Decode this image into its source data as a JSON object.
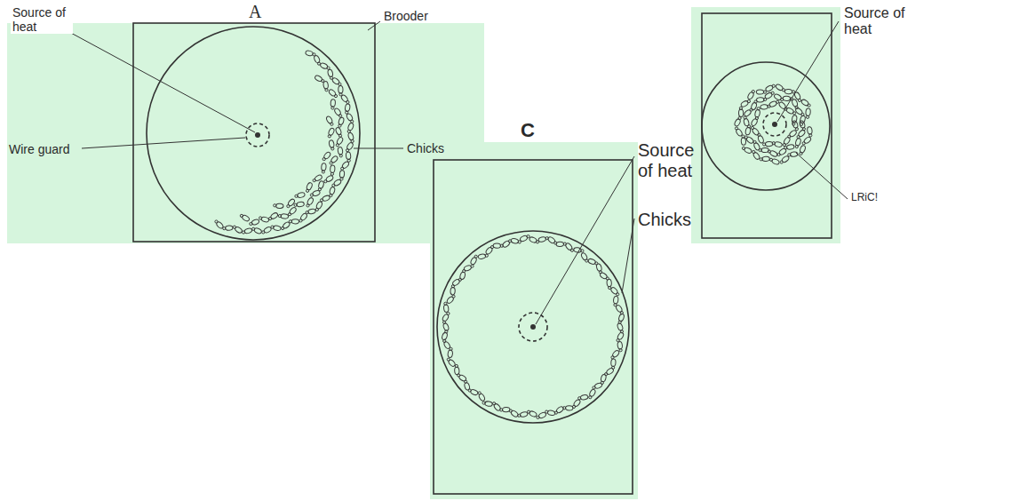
{
  "diagram": {
    "labels": [
      "A",
      "Source of heat",
      "Brooder",
      "Wire guard",
      "Chicks",
      "Source of heat",
      "LRiC!",
      "C",
      "Source of heat",
      "Chicks"
    ]
  }
}
